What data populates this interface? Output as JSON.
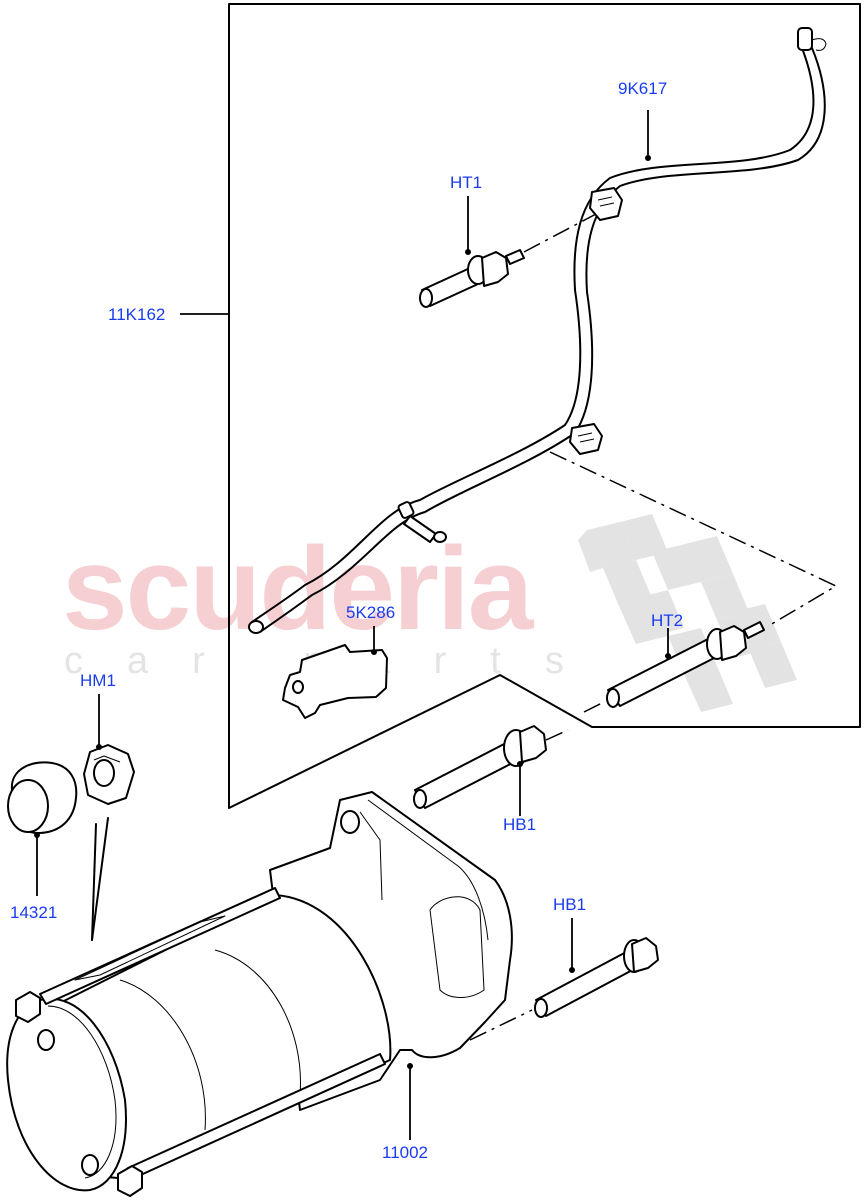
{
  "diagram": {
    "title": "Starter Motor exploded parts diagram",
    "watermark": {
      "main": "scuderia",
      "sub": "car parts",
      "main_color": "#f6cfd2",
      "checker_color": "#e0e0e0"
    },
    "label_color": "#1a3cf0",
    "callouts": [
      {
        "id": "9K617",
        "label": "9K617",
        "part": "Hose / tube"
      },
      {
        "id": "HT1",
        "label": "HT1",
        "part": "Stud bolt (upper)"
      },
      {
        "id": "11K162",
        "label": "11K162",
        "part": "Kit / assembly (boxed group)"
      },
      {
        "id": "5K286",
        "label": "5K286",
        "part": "Bracket"
      },
      {
        "id": "HT2",
        "label": "HT2",
        "part": "Stud bolt (lower)"
      },
      {
        "id": "HM1",
        "label": "HM1",
        "part": "Hex nut"
      },
      {
        "id": "14321",
        "label": "14321",
        "part": "Cap"
      },
      {
        "id": "HB1_upper",
        "label": "HB1",
        "part": "Flange bolt"
      },
      {
        "id": "HB1_lower",
        "label": "HB1",
        "part": "Flange bolt"
      },
      {
        "id": "11002",
        "label": "11002",
        "part": "Starter motor"
      }
    ]
  }
}
